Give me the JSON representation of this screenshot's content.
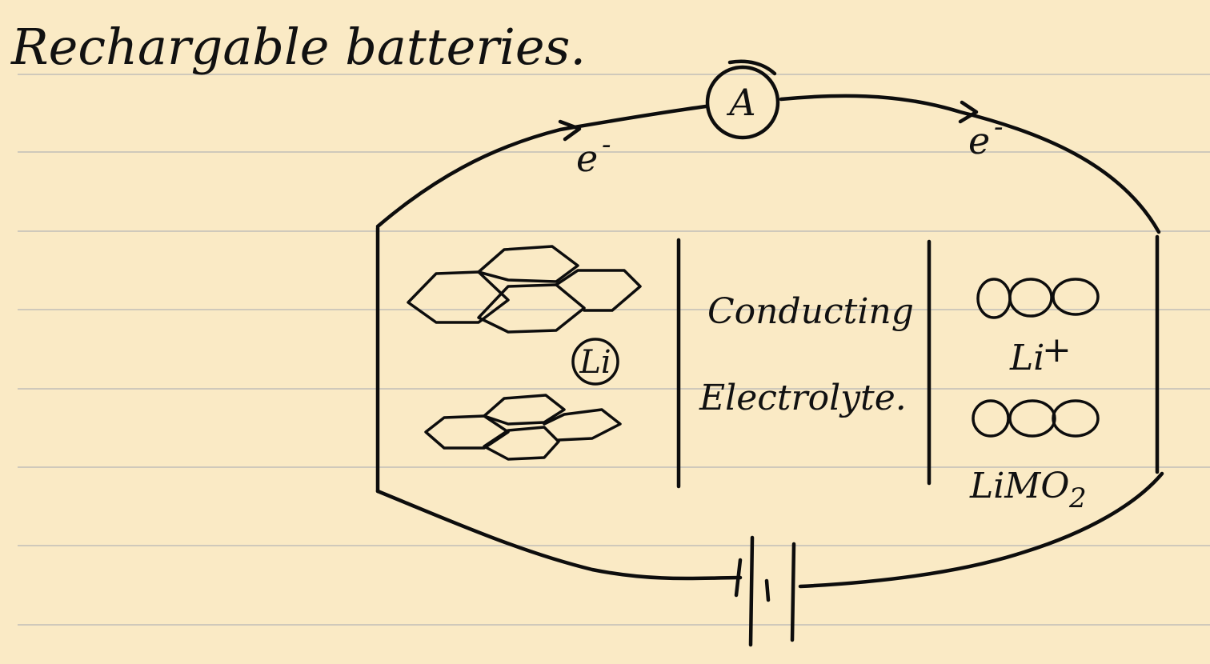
{
  "title": "Rechargable batteries.",
  "labels": {
    "ammeter": "A",
    "electron_left": "e",
    "electron_right": "e",
    "electron_charge": "-",
    "lithium_in_graphite": "Li",
    "electrolyte_line1": "Conducting",
    "electrolyte_line2": "Electrolyte.",
    "lithium_ion": "Li",
    "lithium_ion_charge": "+",
    "cathode_material": "LiMO",
    "cathode_subscript": "2"
  },
  "colors": {
    "paper": "#faeac5",
    "rule_line": "#cfc9bb",
    "ink": "#0d0d0d"
  }
}
